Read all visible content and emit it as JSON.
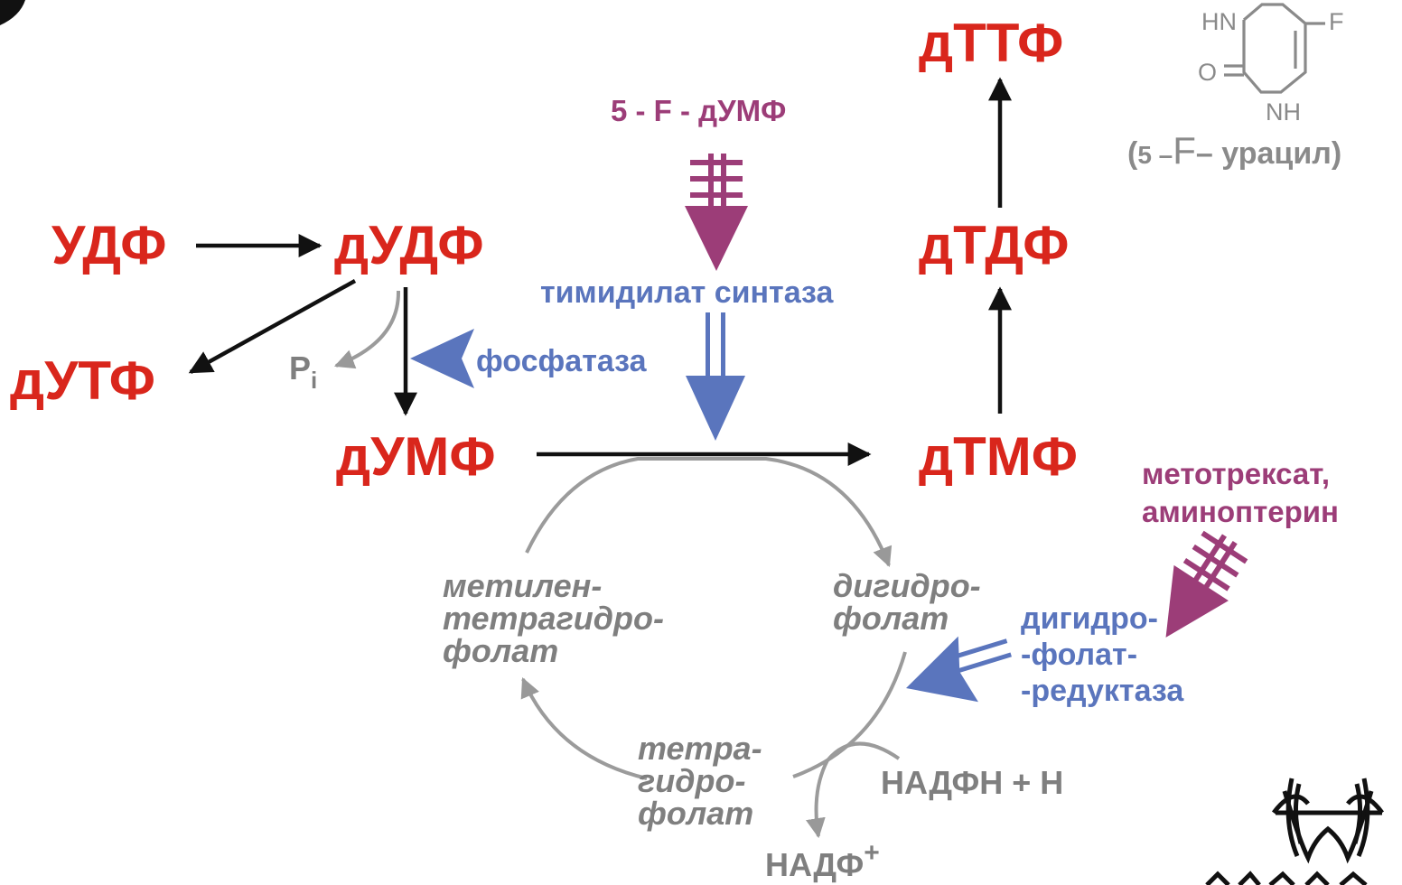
{
  "nucleotides": {
    "udf": "УДФ",
    "dudf": "дУДФ",
    "dutf": "дУТФ",
    "dumf": "дУМФ",
    "dtmf": "дТМФ",
    "dtdf": "дТДФ",
    "dttf": "дТТФ"
  },
  "inhibitors": {
    "fdump": "5 - F - дУМФ",
    "methotrexate_line1": "метотрексат,",
    "methotrexate_line2": "аминоптерин"
  },
  "enzymes": {
    "thymidylate_synthase": "тимидилат синтаза",
    "phosphatase": "фосфатаза",
    "dhfr_line1": "дигидро-",
    "dhfr_line2": "-фолат-",
    "dhfr_line3": "-редуктаза"
  },
  "folates": {
    "methylene_line1": "метилен-",
    "methylene_line2": "тетрагидро-",
    "methylene_line3": "фолат",
    "dihydro_line1": "дигидро-",
    "dihydro_line2": "фолат",
    "tetrahydro_line1": "тетра-",
    "tetrahydro_line2": "гидро-",
    "tetrahydro_line3": "фолат"
  },
  "cofactors": {
    "pi_main": "P",
    "pi_sub": "i",
    "nadph": "НАДФН + Н",
    "nadp_main": "НАДФ",
    "nadp_sup": "+"
  },
  "structure": {
    "hn": "HN",
    "f": "F",
    "o": "O",
    "nh": "NH",
    "caption_open": "(",
    "caption_five": "5 –",
    "caption_f": "F",
    "caption_rest": "– урацил)"
  },
  "colors": {
    "nucleotide": "#d9261c",
    "inhibitor": "#9c3d78",
    "enzyme": "#5a75bd",
    "folate": "#7f7f7f",
    "reaction": "#111111"
  }
}
